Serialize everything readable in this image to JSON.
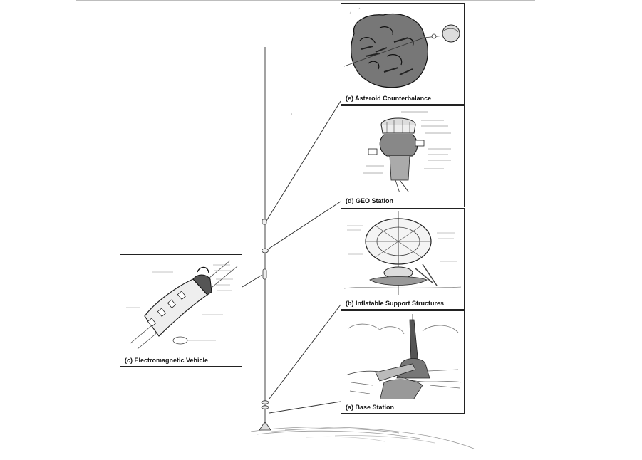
{
  "figure": {
    "panels": {
      "e": {
        "caption": "(e) Asteroid Counterbalance"
      },
      "d": {
        "caption": "(d) GEO Station"
      },
      "b": {
        "caption": "(b) Inflatable Support Structures"
      },
      "a": {
        "caption": "(a) Base Station"
      },
      "c": {
        "caption": "(c) Electromagnetic Vehicle"
      }
    }
  }
}
